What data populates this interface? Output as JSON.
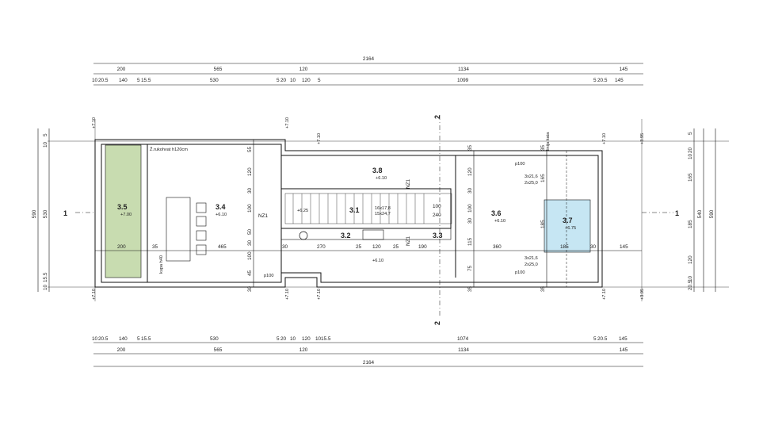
{
  "dims": {
    "top_total": "2164",
    "top_row2": [
      "200",
      "565",
      "120",
      "1134",
      "145"
    ],
    "top_row1": [
      "10",
      "20.5",
      "140",
      "5",
      "15.5",
      "530",
      "5",
      "20",
      "10",
      "120",
      "5",
      "1099",
      "5",
      "20.5",
      "145"
    ],
    "bottom_row1": [
      "10",
      "20.5",
      "140",
      "5",
      "15.5",
      "530",
      "5",
      "20",
      "10",
      "120",
      "10",
      "15.5",
      "1074",
      "5",
      "20.5",
      "145"
    ],
    "bottom_row2": [
      "200",
      "565",
      "120",
      "1134",
      "145"
    ],
    "bottom_total": "2164",
    "left_outer": "590",
    "left_inner": "530",
    "left_small_top": [
      "5",
      "10"
    ],
    "left_small_bot": [
      "15.5",
      "10"
    ],
    "right_outer": "590",
    "right_inner": "540",
    "right_small": [
      "5",
      "20",
      "10",
      "165",
      "185",
      "120",
      "10",
      "20.5"
    ],
    "inner_vert_a": [
      "55",
      "120",
      "30",
      "100",
      "50",
      "30",
      "100",
      "45",
      "30"
    ],
    "inner_vert_b": [
      "35",
      "120",
      "30",
      "100",
      "30",
      "115",
      "75",
      "35"
    ],
    "inner_vert_c": [
      "35",
      "165",
      "185",
      "35"
    ],
    "inner_horiz": [
      "200",
      "35",
      "465",
      "30",
      "270",
      "25",
      "120",
      "25",
      "190",
      "360",
      "185",
      "30",
      "145"
    ]
  },
  "rooms": [
    {
      "id": "3.5",
      "level": "+7.00"
    },
    {
      "id": "3.4",
      "level": "+6.10"
    },
    {
      "id": "3.8",
      "level": "+6.10"
    },
    {
      "id": "3.1",
      "level": ""
    },
    {
      "id": "3.2",
      "level": ""
    },
    {
      "id": "3.3",
      "level": ""
    },
    {
      "id": "3.6",
      "level": "+6.10"
    },
    {
      "id": "3.7",
      "level": "+6.75"
    }
  ],
  "levels": {
    "corner": "+7.10",
    "right_corner": "+3.95",
    "stair_top": "+6.25",
    "below_stair": "+6.10"
  },
  "notes": {
    "railing": "Ž.rukohvat h120cm",
    "kupa": "kupa h40",
    "linija_krova": "linija kata",
    "nz1": "NZ1",
    "stair_spec_1": "16x17,8",
    "stair_spec_2": "15x24,7",
    "stair_100": "100",
    "stair_240": "240",
    "p100": "p100",
    "win1": "3x21,6",
    "win2": "2x25,0",
    "sec1": "1",
    "sec2": "2"
  },
  "colors": {
    "green": "#c8dcb0",
    "blue": "#c6e6f3",
    "line": "#111111"
  }
}
